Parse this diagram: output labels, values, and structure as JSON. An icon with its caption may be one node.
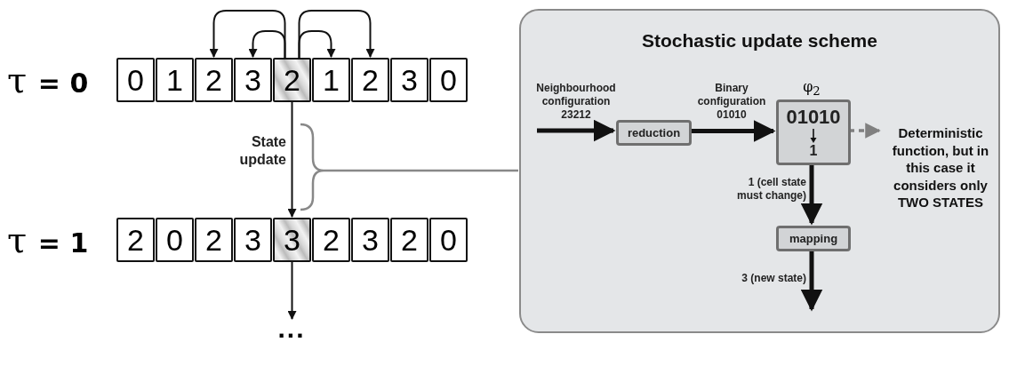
{
  "diagram": {
    "nodes": [
      {
        "text": [
          "0"
        ]
      },
      {
        "text": [
          "1"
        ]
      },
      {
        "text": [
          "2"
        ]
      },
      {
        "text": [
          "3"
        ]
      },
      {
        "text": [
          "2"
        ]
      },
      {
        "text": [
          "1"
        ]
      },
      {
        "text": [
          "2"
        ]
      },
      {
        "text": [
          "3"
        ]
      },
      {
        "text": [
          "0"
        ]
      },
      {
        "text": [
          "2"
        ]
      },
      {
        "text": [
          "0"
        ]
      },
      {
        "text": [
          "2"
        ]
      },
      {
        "text": [
          "3"
        ]
      },
      {
        "text": [
          "3"
        ]
      },
      {
        "text": [
          "2"
        ]
      },
      {
        "text": [
          "3"
        ]
      },
      {
        "text": [
          "2"
        ]
      },
      {
        "text": [
          "0"
        ]
      },
      {
        "text": [
          "..."
        ]
      },
      {
        "text": [
          "Stochastic update scheme"
        ]
      },
      {
        "text": [
          "reduction"
        ],
        "in": 19
      },
      {
        "text": [
          "01010",
          "1"
        ],
        "beside": [
          "φ$_{2}$"
        ],
        "in": 19
      },
      {
        "text": [
          "Deterministic function, but in this case it considers only TWO STATES"
        ],
        "in": 19
      },
      {
        "text": [
          "mapping"
        ],
        "in": 19
      }
    ],
    "edges": [
      {
        "from": 4,
        "to": 2,
        "arrow": "to"
      },
      {
        "from": 4,
        "to": 3,
        "arrow": "to"
      },
      {
        "from": 4,
        "to": 5,
        "arrow": "to"
      },
      {
        "from": 4,
        "to": 6,
        "arrow": "to"
      },
      {
        "from": 4,
        "to": 13,
        "arrow": "to",
        "label": "State update"
      },
      {
        "from": 13,
        "to": 18,
        "arrow": "to"
      },
      {
        "from": null,
        "to": 20,
        "arrow": "to",
        "label": "Neighbourhood configuration 23212",
        "style": "thick"
      },
      {
        "from": 20,
        "to": 21,
        "arrow": "to",
        "label": "Binary configuration 01010",
        "style": "thick"
      },
      {
        "from": 21,
        "to": 22,
        "arrow": "to",
        "style": "dashed",
        "color": "#808080"
      },
      {
        "from": 21,
        "to": 23,
        "arrow": "to",
        "label": "1 (cell state must change)",
        "style": "thick"
      },
      {
        "from": 23,
        "to": null,
        "arrow": "to",
        "label": "3 (new state)",
        "style": "thick"
      }
    ],
    "labels": [
      "τ **= 0**",
      "τ **= 1**"
    ]
  }
}
